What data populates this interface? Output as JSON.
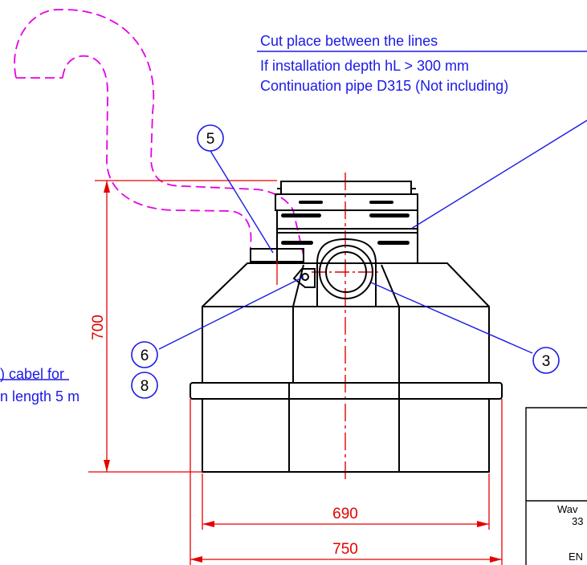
{
  "notes": {
    "cut_place": "Cut place between the lines",
    "depth_condition": "If installation depth hL > 300 mm",
    "continuation_pipe": "Continuation pipe D315 (Not including)",
    "cable_line1": ") cabel for",
    "cable_line2": "n length 5 m"
  },
  "dimensions": {
    "height": "700",
    "inner_width": "690",
    "outer_width": "750"
  },
  "callouts": {
    "c3": "3",
    "c5": "5",
    "c6": "6",
    "c8": "8"
  },
  "title_block": {
    "line1": "Wav",
    "line2": "33",
    "line3": "EN"
  },
  "colors": {
    "outline": "#000000",
    "dimension": "#e60000",
    "annotation": "#1a1ae6",
    "pipe_dashed": "#e600e6"
  }
}
